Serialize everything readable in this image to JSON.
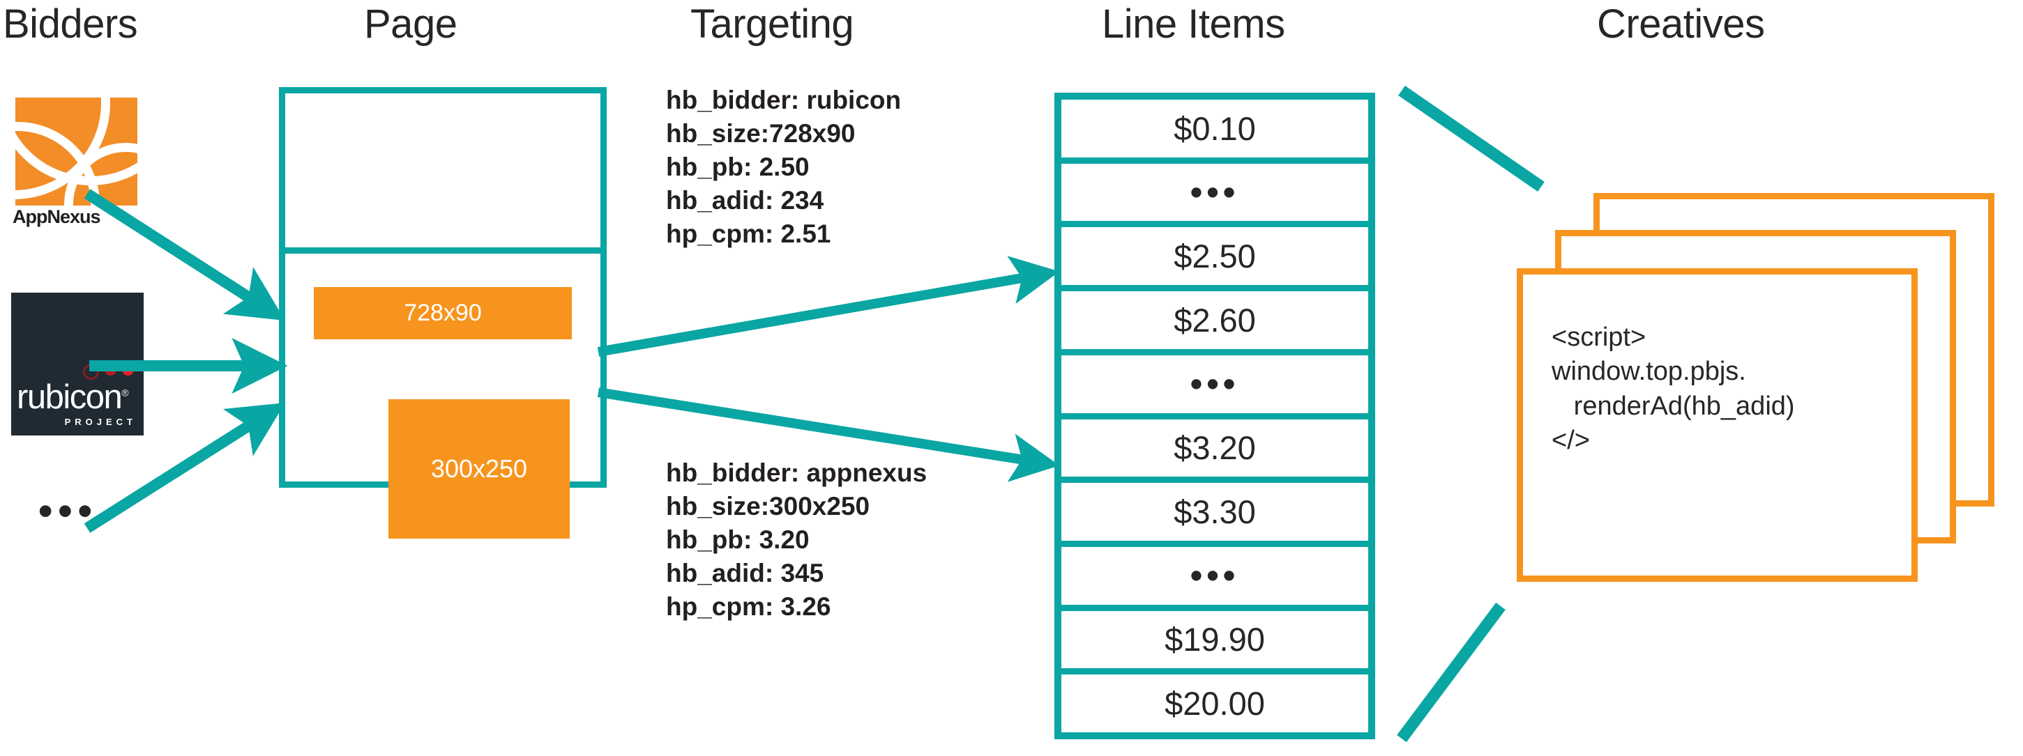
{
  "columns": [
    {
      "key": "bidders",
      "label": "Bidders"
    },
    {
      "key": "page",
      "label": "Page"
    },
    {
      "key": "targeting",
      "label": "Targeting"
    },
    {
      "key": "line_items",
      "label": "Line Items"
    },
    {
      "key": "creatives",
      "label": "Creatives"
    }
  ],
  "colors": {
    "teal": "#0AA6A3",
    "orange": "#F7941E",
    "appnexus_orange": "#F28D28",
    "rubicon_navy": "#1F2A32",
    "rubicon_red": "#ED1C24",
    "text": "#262626"
  },
  "bidders": {
    "items": [
      {
        "name": "appnexus",
        "label": "AppNexus"
      },
      {
        "name": "rubicon",
        "label": "rubicon",
        "sublabel": "PROJECT",
        "registered": "®"
      }
    ],
    "more_indicator": "•••"
  },
  "page": {
    "ad_slots": [
      {
        "name": "leaderboard",
        "label": "728x90"
      },
      {
        "name": "medium-rectangle",
        "label": "300x250"
      }
    ]
  },
  "targeting": {
    "blocks": [
      {
        "name": "rubicon-targeting",
        "lines": [
          "hb_bidder: rubicon",
          "hb_size:728x90",
          "hb_pb: 2.50",
          "hb_adid: 234",
          "hp_cpm: 2.51"
        ],
        "text": "hb_bidder: rubicon\nhb_size:728x90\nhb_pb: 2.50\nhb_adid: 234\nhp_cpm: 2.51"
      },
      {
        "name": "appnexus-targeting",
        "lines": [
          "hb_bidder: appnexus",
          "hb_size:300x250",
          "hb_pb: 3.20",
          "hb_adid: 345",
          "hp_cpm: 3.26"
        ],
        "text": "hb_bidder: appnexus\nhb_size:300x250\nhb_pb: 3.20\nhb_adid: 345\nhp_cpm: 3.26"
      }
    ]
  },
  "line_items": {
    "rows": [
      {
        "label": "$0.10",
        "value": 0.1,
        "type": "price"
      },
      {
        "label": "•••",
        "value": null,
        "type": "ellipsis"
      },
      {
        "label": "$2.50",
        "value": 2.5,
        "type": "price"
      },
      {
        "label": "$2.60",
        "value": 2.6,
        "type": "price"
      },
      {
        "label": "•••",
        "value": null,
        "type": "ellipsis"
      },
      {
        "label": "$3.20",
        "value": 3.2,
        "type": "price"
      },
      {
        "label": "$3.30",
        "value": 3.3,
        "type": "price"
      },
      {
        "label": "•••",
        "value": null,
        "type": "ellipsis"
      },
      {
        "label": "$19.90",
        "value": 19.9,
        "type": "price"
      },
      {
        "label": "$20.00",
        "value": 20.0,
        "type": "price"
      }
    ]
  },
  "creatives": {
    "card_count": 3,
    "code_lines": [
      "<script>",
      "window.top.pbjs.",
      "   renderAd(hb_adid)",
      "</>"
    ],
    "code": "<script>\nwindow.top.pbjs.\n   renderAd(hb_adid)\n</>"
  }
}
